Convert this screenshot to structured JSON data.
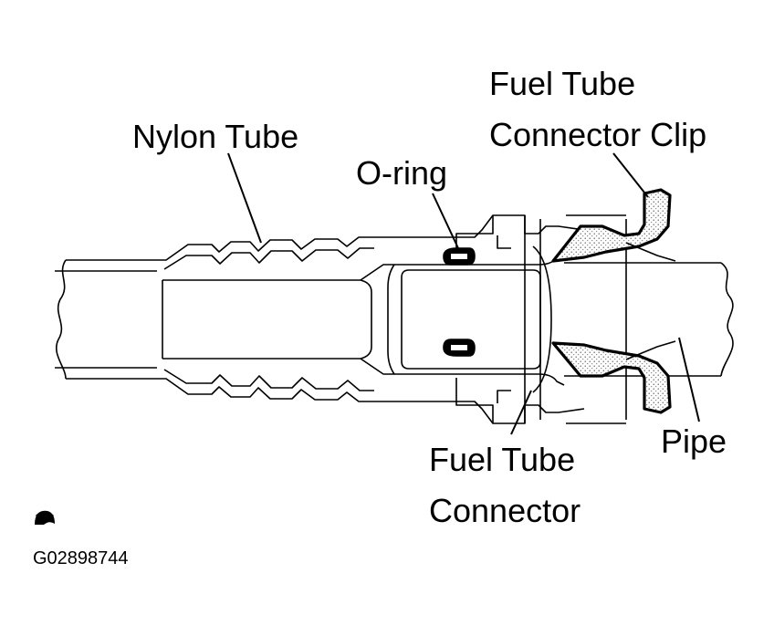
{
  "labels": {
    "fuel_tube_connector_clip_line1": "Fuel Tube",
    "fuel_tube_connector_clip_line2": "Connector Clip",
    "nylon_tube": "Nylon Tube",
    "o_ring": "O-ring",
    "pipe": "Pipe",
    "fuel_tube_connector_line1": "Fuel Tube",
    "fuel_tube_connector_line2": "Connector"
  },
  "figure_code": "G02898744",
  "icons": {
    "corner_symbol": "book-symbol-icon"
  },
  "colors": {
    "line": "#000000",
    "background": "#ffffff"
  }
}
